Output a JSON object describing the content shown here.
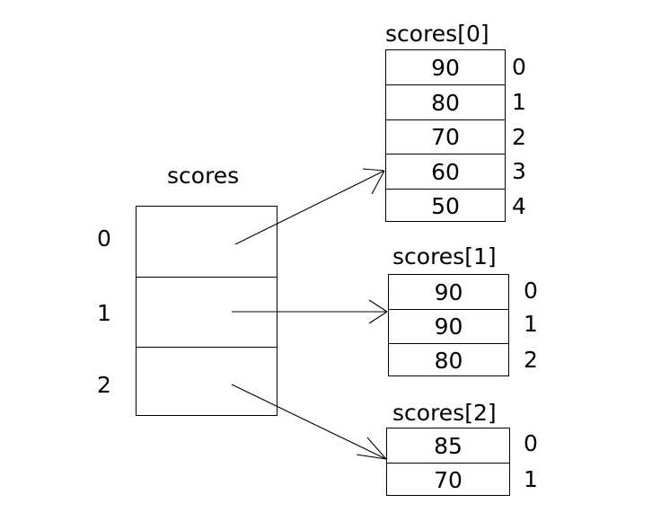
{
  "diagram": {
    "title": "scores",
    "description": "Jagged two-dimensional array: scores is an array of 3 references, each pointing to a sub-array of different length."
  },
  "main_array": {
    "name": "scores",
    "row_indices": [
      "0",
      "1",
      "2"
    ],
    "row_count": 3
  },
  "sub_arrays": [
    {
      "name": "scores[0]",
      "values": [
        "90",
        "80",
        "70",
        "60",
        "50"
      ],
      "indices": [
        "0",
        "1",
        "2",
        "3",
        "4"
      ]
    },
    {
      "name": "scores[1]",
      "values": [
        "90",
        "90",
        "80"
      ],
      "indices": [
        "0",
        "1",
        "2"
      ]
    },
    {
      "name": "scores[2]",
      "values": [
        "85",
        "70"
      ],
      "indices": [
        "0",
        "1"
      ]
    }
  ],
  "colors": {
    "background": "#ffffff",
    "stroke": "#000000",
    "text": "#000000"
  }
}
